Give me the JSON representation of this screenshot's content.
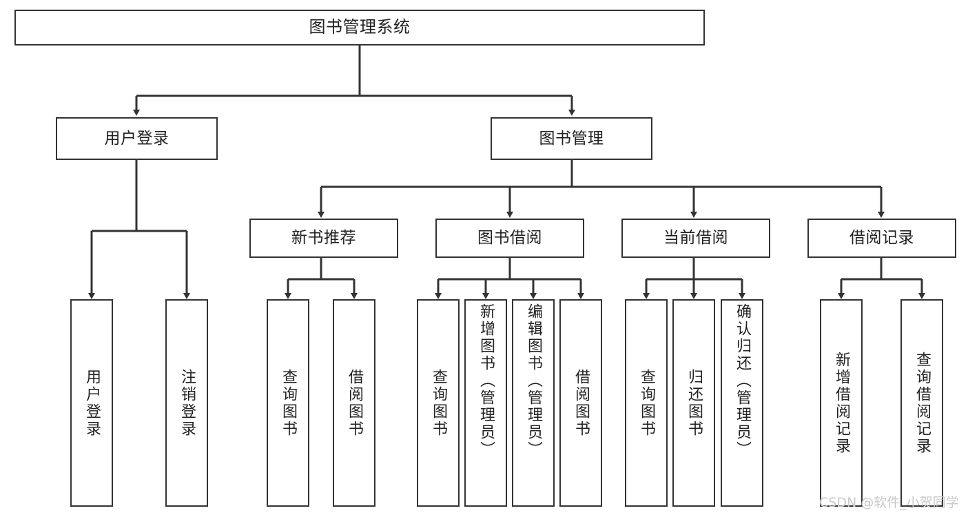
{
  "diagram": {
    "type": "tree",
    "title": "图书管理系统",
    "root": {
      "id": "root",
      "label": "图书管理系统"
    },
    "level2": [
      {
        "id": "user-login",
        "label": "用户登录"
      },
      {
        "id": "book-manage",
        "label": "图书管理"
      }
    ],
    "level3": [
      {
        "id": "new-book-recommend",
        "label": "新书推荐",
        "parent": "book-manage"
      },
      {
        "id": "book-borrow",
        "label": "图书借阅",
        "parent": "book-manage"
      },
      {
        "id": "current-borrow",
        "label": "当前借阅",
        "parent": "book-manage"
      },
      {
        "id": "borrow-record",
        "label": "借阅记录",
        "parent": "book-manage"
      }
    ],
    "leaves": [
      {
        "id": "leaf-user-login",
        "label": "用户登录",
        "parent": "user-login"
      },
      {
        "id": "leaf-logout-login",
        "label": "注销登录",
        "parent": "user-login"
      },
      {
        "id": "leaf-query-book-1",
        "label": "查询图书",
        "parent": "new-book-recommend"
      },
      {
        "id": "leaf-borrow-book-1",
        "label": "借阅图书",
        "parent": "new-book-recommend"
      },
      {
        "id": "leaf-query-book-2",
        "label": "查询图书",
        "parent": "book-borrow"
      },
      {
        "id": "leaf-add-book",
        "label": "新增图书（管理员）",
        "parent": "book-borrow"
      },
      {
        "id": "leaf-edit-book",
        "label": "编辑图书（管理员）",
        "parent": "book-borrow"
      },
      {
        "id": "leaf-borrow-book-2",
        "label": "借阅图书",
        "parent": "book-borrow"
      },
      {
        "id": "leaf-query-book-3",
        "label": "查询图书",
        "parent": "current-borrow"
      },
      {
        "id": "leaf-return-book",
        "label": "归还图书",
        "parent": "current-borrow"
      },
      {
        "id": "leaf-confirm-return",
        "label": "确认归还（管理员）",
        "parent": "current-borrow"
      },
      {
        "id": "leaf-add-record",
        "label": "新增借阅记录",
        "parent": "borrow-record"
      },
      {
        "id": "leaf-query-record",
        "label": "查询借阅记录",
        "parent": "borrow-record"
      }
    ]
  },
  "watermark": {
    "text": "CSDN @软件_小贺同学"
  },
  "colors": {
    "background": "#ffffff",
    "stroke": "#333333",
    "text": "#222222",
    "watermark": "#c9c9c9"
  }
}
